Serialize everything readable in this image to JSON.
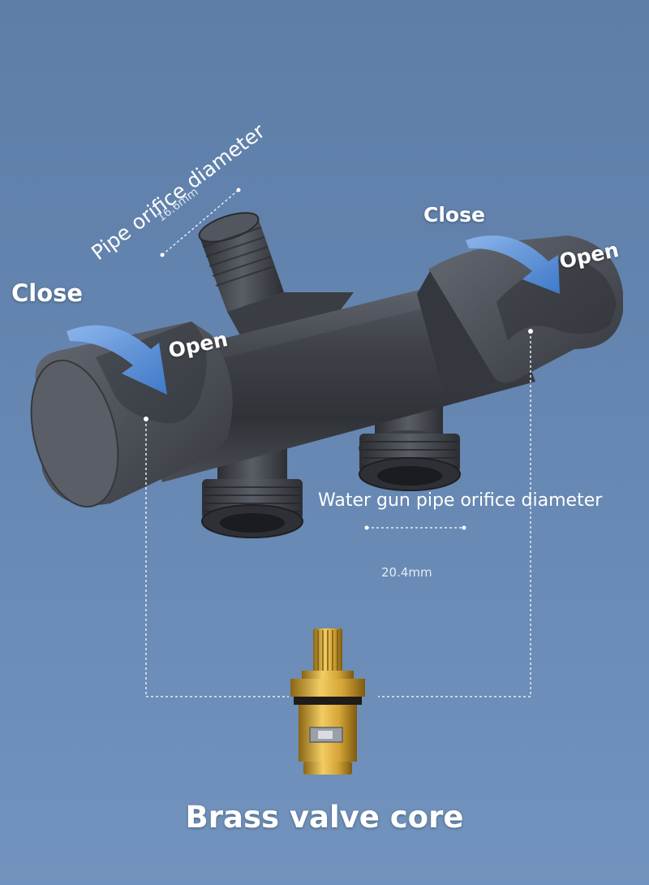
{
  "valve_labels": {
    "left_close": "Close",
    "left_open": "Open",
    "right_close": "Close",
    "right_open": "Open"
  },
  "inlet_pipe": {
    "title": "Pipe orifice diameter",
    "size": "16.6mm"
  },
  "water_gun_pipe": {
    "title": "Water gun pipe orifice diameter",
    "size": "20.4mm"
  },
  "valve_core": {
    "caption": "Brass valve core"
  },
  "colors": {
    "background": "#6384ae",
    "valve_body": "#4b4e56",
    "arrow": "#4a86d8",
    "brass": "#d4a437",
    "label_text": "#ffffff"
  }
}
